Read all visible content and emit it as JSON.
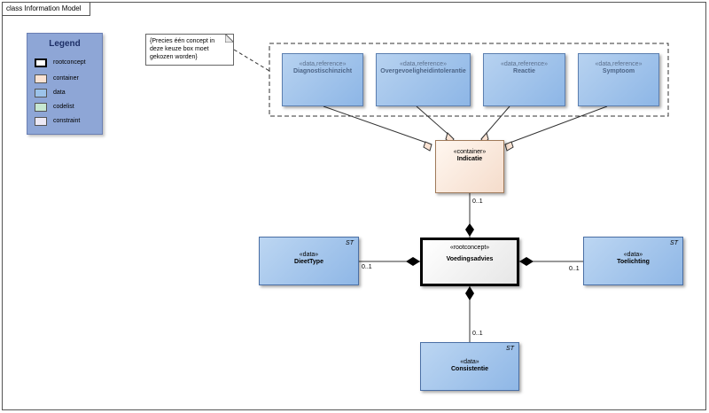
{
  "frame": {
    "title": "class Information Model"
  },
  "legend": {
    "title": "Legend",
    "items": [
      {
        "label": "rootconcept",
        "color": "#ffffff"
      },
      {
        "label": "container",
        "color": "#fbe3d3"
      },
      {
        "label": "data",
        "color": "#9cc3ea"
      },
      {
        "label": "codelist",
        "color": "#c7e8d2"
      },
      {
        "label": "constraint",
        "color": "#ece9f5"
      }
    ]
  },
  "note": {
    "text": "{Precies één concept in deze keuze box moet gekozen worden}"
  },
  "references": [
    {
      "stereotype": "«data,reference»",
      "name": "Diagnostischinzicht"
    },
    {
      "stereotype": "«data,reference»",
      "name": "Overgevoeligheidintolerantie"
    },
    {
      "stereotype": "«data,reference»",
      "name": "Reactie"
    },
    {
      "stereotype": "«data,reference»",
      "name": "Symptoom"
    }
  ],
  "container": {
    "stereotype": "«container»",
    "name": "Indicatie"
  },
  "root": {
    "stereotype": "«rootconcept»",
    "name": "Voedingsadvies"
  },
  "data_items": {
    "dieettype": {
      "stereotype": "«data»",
      "name": "DieetType",
      "tag": "ST"
    },
    "toelichting": {
      "stereotype": "«data»",
      "name": "Toelichting",
      "tag": "ST"
    },
    "consistentie": {
      "stereotype": "«data»",
      "name": "Consistentie",
      "tag": "ST"
    }
  },
  "multiplicities": {
    "indicatie": "0..1",
    "dieettype": "0..1",
    "toelichting": "0..1",
    "consistentie": "0..1"
  }
}
